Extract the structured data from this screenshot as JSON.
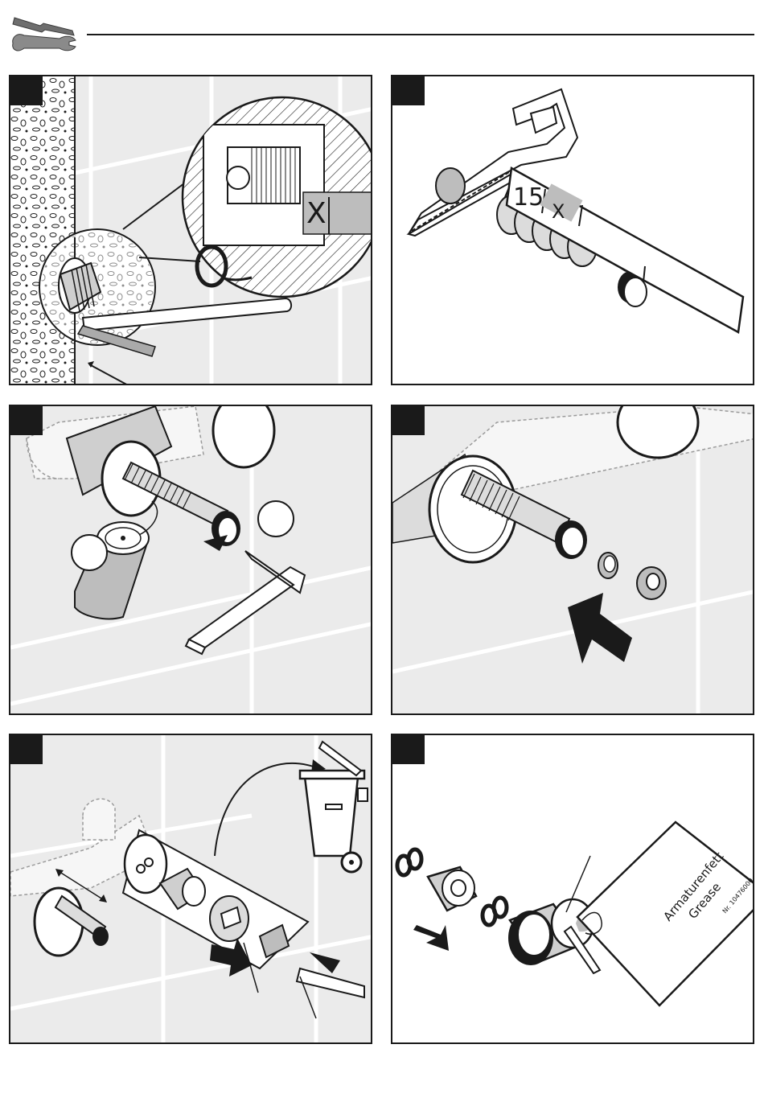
{
  "header": {
    "tools_icon": "wrench-screwdriver-icon"
  },
  "panels": [
    {
      "id": "panel-1",
      "label_x": "X"
    },
    {
      "id": "panel-2",
      "label_15": "15",
      "label_x": "X"
    },
    {
      "id": "panel-3"
    },
    {
      "id": "panel-4"
    },
    {
      "id": "panel-5"
    },
    {
      "id": "panel-6",
      "grease_line1": "Armaturenfett",
      "grease_line2": "Grease",
      "part_no": "Nr. 10476000"
    }
  ],
  "colors": {
    "ink": "#1a1a1a",
    "grey_fill": "#bdbdbd",
    "wall_tile": "#e8e8e8"
  }
}
